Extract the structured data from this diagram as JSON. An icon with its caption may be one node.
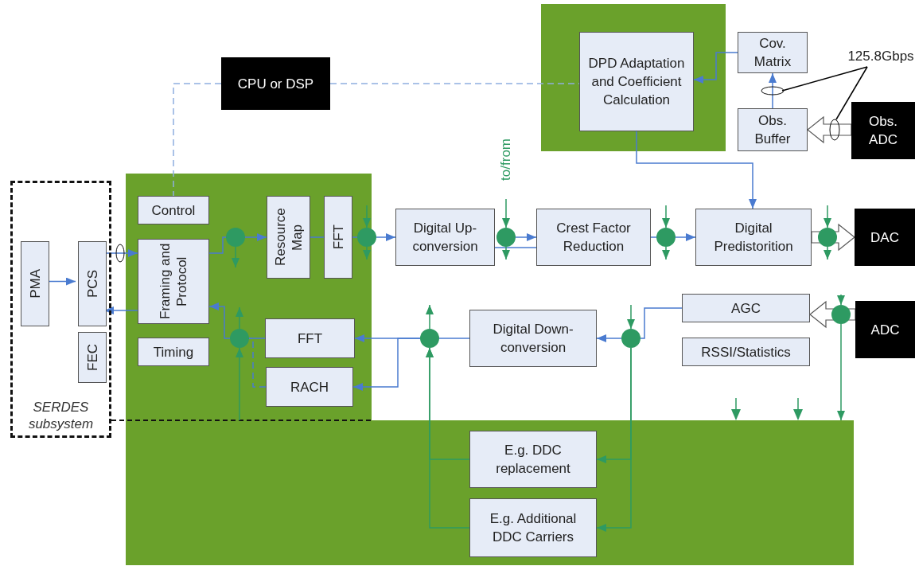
{
  "diagram": {
    "nodes": [
      {
        "text": [
          "CPU or DSP"
        ]
      },
      {
        "text": [
          "DPD Adaptation and Coefficient Calculation"
        ]
      },
      {
        "text": [
          "Cov. Matrix"
        ]
      },
      {
        "text": [
          "Obs. Buffer"
        ]
      },
      {
        "text": [
          "Obs. ADC"
        ]
      },
      {
        "text": [
          "SERDES subsystem"
        ]
      },
      {
        "text": [
          "PMA"
        ],
        "in": 5
      },
      {
        "text": [
          "PCS"
        ],
        "in": 5
      },
      {
        "text": [
          "FEC"
        ],
        "in": 5
      },
      {
        "text": [
          "Control"
        ]
      },
      {
        "text": [
          "Framing and Protocol"
        ]
      },
      {
        "text": [
          "Resource Map"
        ]
      },
      {
        "text": [
          "FFT"
        ]
      },
      {
        "text": [
          "Timing"
        ]
      },
      {
        "text": [
          "FFT"
        ]
      },
      {
        "text": [
          "RACH"
        ]
      },
      {
        "text": [
          "Digital Up-conversion"
        ]
      },
      {
        "text": [
          "Crest Factor Reduction"
        ]
      },
      {
        "text": [
          "Digital Predistorition"
        ]
      },
      {
        "text": [
          "DAC"
        ]
      },
      {
        "text": [
          "Digital Down-conversion"
        ]
      },
      {
        "text": [
          "AGC"
        ]
      },
      {
        "text": [
          "RSSI/Statistics"
        ]
      },
      {
        "text": [
          "ADC"
        ]
      },
      {
        "text": [
          "E.g. DDC replacement"
        ]
      },
      {
        "text": [
          "E.g. Additional DDC Carriers"
        ]
      },
      {
        "text": [
          "to/from"
        ]
      },
      {
        "text": [
          "125.8Gbps"
        ]
      },
      {
        "text": [],
        "shape": "circle"
      },
      {
        "text": [],
        "shape": "circle"
      },
      {
        "text": [],
        "shape": "circle"
      },
      {
        "text": [],
        "shape": "circle"
      },
      {
        "text": [],
        "shape": "circle"
      },
      {
        "text": [],
        "shape": "circle"
      },
      {
        "text": [],
        "shape": "circle"
      },
      {
        "text": [],
        "shape": "circle"
      },
      {
        "text": [],
        "shape": "circle"
      }
    ],
    "edges": [
      {
        "from": 6,
        "to": 7,
        "arrow": "to"
      },
      {
        "from": 7,
        "to": 10,
        "arrow": "to"
      },
      {
        "from": 10,
        "to": 7,
        "arrow": "to"
      },
      {
        "from": 10,
        "to": 28,
        "arrow": "none"
      },
      {
        "from": 28,
        "to": 11,
        "arrow": "to"
      },
      {
        "from": 11,
        "to": 12,
        "arrow": "none"
      },
      {
        "from": 12,
        "to": 29,
        "arrow": "none"
      },
      {
        "from": 29,
        "to": 16,
        "arrow": "to"
      },
      {
        "from": 16,
        "to": 17,
        "arrow": "none"
      },
      {
        "from": 30,
        "to": 17,
        "arrow": "to"
      },
      {
        "from": 17,
        "to": 31,
        "arrow": "none"
      },
      {
        "from": 31,
        "to": 18,
        "arrow": "to"
      },
      {
        "from": 18,
        "to": 19,
        "arrow": "to",
        "style": "thick"
      },
      {
        "from": 1,
        "to": 18,
        "arrow": "to"
      },
      {
        "from": 2,
        "to": 1,
        "arrow": "to"
      },
      {
        "from": 3,
        "to": 2,
        "arrow": "to"
      },
      {
        "from": 4,
        "to": 3,
        "arrow": "to",
        "style": "thick"
      },
      {
        "from": 0,
        "to": 9,
        "arrow": "none",
        "style": "dashed",
        "color": "#8eaee0"
      },
      {
        "from": 0,
        "to": 1,
        "arrow": "none",
        "style": "dashed",
        "color": "#8eaee0"
      },
      {
        "from": 21,
        "to": 34,
        "arrow": "none"
      },
      {
        "from": 34,
        "to": 20,
        "arrow": "to"
      },
      {
        "from": 20,
        "to": 33,
        "arrow": "none"
      },
      {
        "from": 33,
        "to": 14,
        "arrow": "to"
      },
      {
        "from": 33,
        "to": 15,
        "arrow": "to"
      },
      {
        "from": 14,
        "to": 36,
        "arrow": "none"
      },
      {
        "from": 15,
        "to": 36,
        "arrow": "none",
        "style": "dashed"
      },
      {
        "from": 36,
        "to": 10,
        "arrow": "to"
      },
      {
        "from": 24,
        "to": 33,
        "arrow": "to",
        "color": "#2e9a62"
      },
      {
        "from": 25,
        "to": 33,
        "arrow": "to",
        "color": "#2e9a62"
      },
      {
        "from": 34,
        "to": 24,
        "arrow": "to",
        "color": "#2e9a62"
      },
      {
        "from": 34,
        "to": 25,
        "arrow": "to",
        "color": "#2e9a62"
      },
      {
        "from": 23,
        "to": 21,
        "arrow": "to",
        "style": "thick"
      },
      {
        "from": 27,
        "to": null,
        "arrow": "none",
        "color": "#000000"
      },
      {
        "from": 27,
        "to": null,
        "arrow": "none",
        "color": "#000000"
      },
      {
        "from": 28,
        "to": null,
        "arrow": "to",
        "color": "#2e9a62"
      },
      {
        "from": null,
        "to": 29,
        "arrow": "to",
        "color": "#2e9a62"
      },
      {
        "from": 29,
        "to": null,
        "arrow": "to",
        "color": "#2e9a62"
      },
      {
        "from": 26,
        "to": 30,
        "arrow": "to",
        "color": "#2e9a62"
      },
      {
        "from": 30,
        "to": null,
        "arrow": "to",
        "color": "#2e9a62"
      },
      {
        "from": null,
        "to": 31,
        "arrow": "to",
        "color": "#2e9a62"
      },
      {
        "from": 31,
        "to": null,
        "arrow": "to",
        "color": "#2e9a62"
      },
      {
        "from": null,
        "to": 32,
        "arrow": "to",
        "color": "#2e9a62"
      },
      {
        "from": 32,
        "to": null,
        "arrow": "to",
        "color": "#2e9a62"
      },
      {
        "from": 33,
        "to": null,
        "arrow": "to",
        "color": "#2e9a62"
      },
      {
        "from": null,
        "to": 34,
        "arrow": "to",
        "color": "#2e9a62"
      },
      {
        "from": null,
        "to": 35,
        "arrow": "to",
        "color": "#2e9a62"
      },
      {
        "from": 35,
        "to": null,
        "arrow": "to",
        "color": "#2e9a62"
      },
      {
        "from": null,
        "to": 36,
        "arrow": "to",
        "color": "#2e9a62"
      },
      {
        "from": 36,
        "to": null,
        "arrow": "to",
        "color": "#2e9a62"
      }
    ]
  }
}
